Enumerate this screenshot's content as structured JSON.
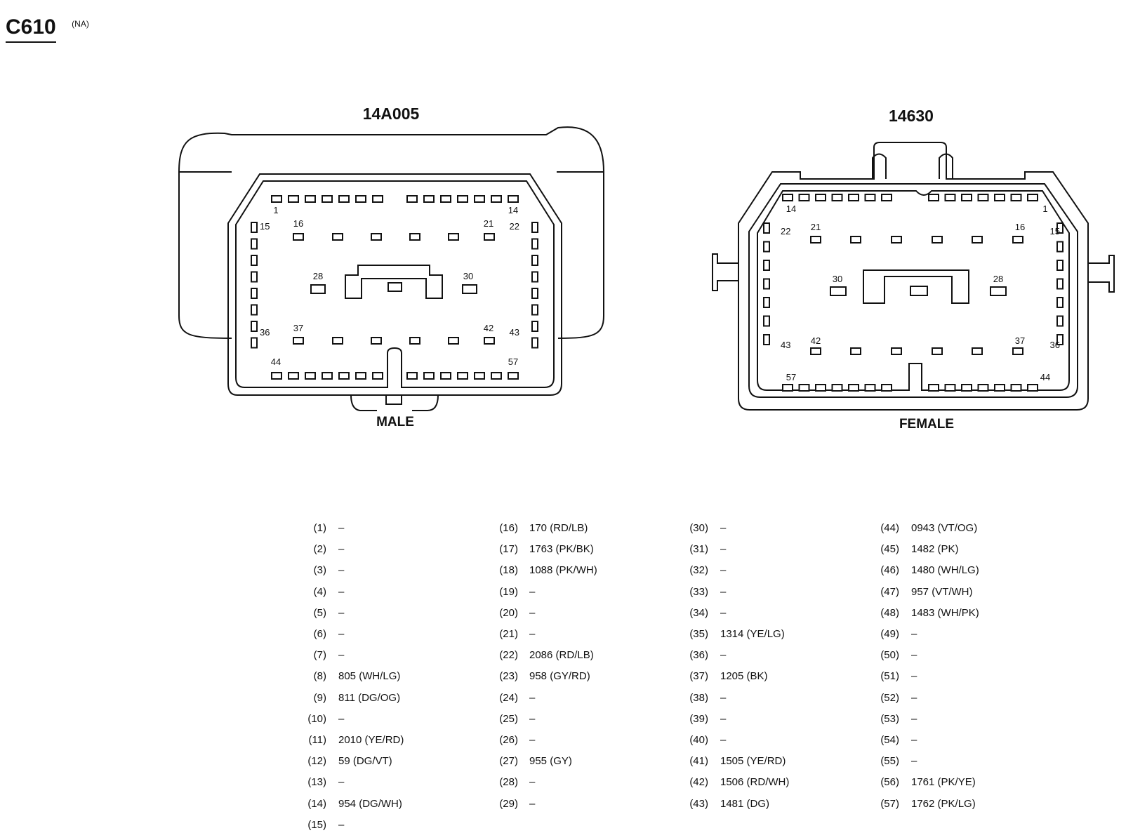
{
  "connector": {
    "code": "C610",
    "variant": "(NA)"
  },
  "connectors": [
    {
      "part": "14A005",
      "gender": "MALE"
    },
    {
      "part": "14630",
      "gender": "FEMALE"
    }
  ],
  "pin_labels": [
    "1",
    "14",
    "15",
    "16",
    "21",
    "22",
    "28",
    "30",
    "36",
    "37",
    "42",
    "43",
    "44",
    "57"
  ],
  "pins": [
    {
      "pin": "(1)",
      "circuit": "–"
    },
    {
      "pin": "(2)",
      "circuit": "–"
    },
    {
      "pin": "(3)",
      "circuit": "–"
    },
    {
      "pin": "(4)",
      "circuit": "–"
    },
    {
      "pin": "(5)",
      "circuit": "–"
    },
    {
      "pin": "(6)",
      "circuit": "–"
    },
    {
      "pin": "(7)",
      "circuit": "–"
    },
    {
      "pin": "(8)",
      "circuit": "805 (WH/LG)"
    },
    {
      "pin": "(9)",
      "circuit": "811 (DG/OG)"
    },
    {
      "pin": "(10)",
      "circuit": "–"
    },
    {
      "pin": "(11)",
      "circuit": "2010 (YE/RD)"
    },
    {
      "pin": "(12)",
      "circuit": "59 (DG/VT)"
    },
    {
      "pin": "(13)",
      "circuit": "–"
    },
    {
      "pin": "(14)",
      "circuit": "954 (DG/WH)"
    },
    {
      "pin": "(15)",
      "circuit": "–"
    },
    {
      "pin": "(16)",
      "circuit": "170 (RD/LB)"
    },
    {
      "pin": "(17)",
      "circuit": "1763 (PK/BK)"
    },
    {
      "pin": "(18)",
      "circuit": "1088 (PK/WH)"
    },
    {
      "pin": "(19)",
      "circuit": "–"
    },
    {
      "pin": "(20)",
      "circuit": "–"
    },
    {
      "pin": "(21)",
      "circuit": "–"
    },
    {
      "pin": "(22)",
      "circuit": "2086 (RD/LB)"
    },
    {
      "pin": "(23)",
      "circuit": "958 (GY/RD)"
    },
    {
      "pin": "(24)",
      "circuit": "–"
    },
    {
      "pin": "(25)",
      "circuit": "–"
    },
    {
      "pin": "(26)",
      "circuit": "–"
    },
    {
      "pin": "(27)",
      "circuit": "955 (GY)"
    },
    {
      "pin": "(28)",
      "circuit": "–"
    },
    {
      "pin": "(29)",
      "circuit": "–"
    },
    {
      "pin": "(30)",
      "circuit": "–"
    },
    {
      "pin": "(31)",
      "circuit": "–"
    },
    {
      "pin": "(32)",
      "circuit": "–"
    },
    {
      "pin": "(33)",
      "circuit": "–"
    },
    {
      "pin": "(34)",
      "circuit": "–"
    },
    {
      "pin": "(35)",
      "circuit": "1314 (YE/LG)"
    },
    {
      "pin": "(36)",
      "circuit": "–"
    },
    {
      "pin": "(37)",
      "circuit": "1205 (BK)"
    },
    {
      "pin": "(38)",
      "circuit": "–"
    },
    {
      "pin": "(39)",
      "circuit": "–"
    },
    {
      "pin": "(40)",
      "circuit": "–"
    },
    {
      "pin": "(41)",
      "circuit": "1505 (YE/RD)"
    },
    {
      "pin": "(42)",
      "circuit": "1506 (RD/WH)"
    },
    {
      "pin": "(43)",
      "circuit": "1481 (DG)"
    },
    {
      "pin": "(44)",
      "circuit": "0943 (VT/OG)"
    },
    {
      "pin": "(45)",
      "circuit": "1482 (PK)"
    },
    {
      "pin": "(46)",
      "circuit": "1480 (WH/LG)"
    },
    {
      "pin": "(47)",
      "circuit": "957 (VT/WH)"
    },
    {
      "pin": "(48)",
      "circuit": "1483 (WH/PK)"
    },
    {
      "pin": "(49)",
      "circuit": "–"
    },
    {
      "pin": "(50)",
      "circuit": "–"
    },
    {
      "pin": "(51)",
      "circuit": "–"
    },
    {
      "pin": "(52)",
      "circuit": "–"
    },
    {
      "pin": "(53)",
      "circuit": "–"
    },
    {
      "pin": "(54)",
      "circuit": "–"
    },
    {
      "pin": "(55)",
      "circuit": "–"
    },
    {
      "pin": "(56)",
      "circuit": "1761 (PK/YE)"
    },
    {
      "pin": "(57)",
      "circuit": "1762 (PK/LG)"
    }
  ]
}
